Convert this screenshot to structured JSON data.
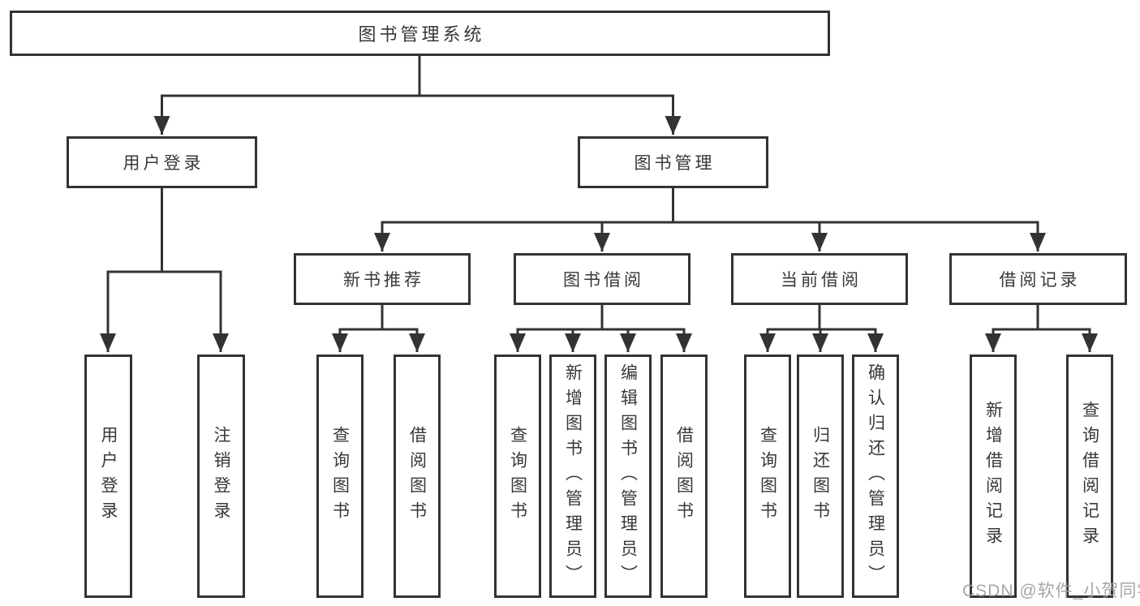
{
  "tree": {
    "root": {
      "label": "图书管理系统"
    },
    "login_branch": {
      "label": "用户登录",
      "children": [
        {
          "label": "用户登录"
        },
        {
          "label": "注销登录"
        }
      ]
    },
    "management_branch": {
      "label": "图书管理",
      "sections": [
        {
          "label": "新书推荐",
          "children": [
            {
              "label": "查询图书"
            },
            {
              "label": "借阅图书"
            }
          ]
        },
        {
          "label": "图书借阅",
          "children": [
            {
              "label": "查询图书"
            },
            {
              "label": "新增图书（管理员）"
            },
            {
              "label": "编辑图书（管理员）"
            },
            {
              "label": "借阅图书"
            }
          ]
        },
        {
          "label": "当前借阅",
          "children": [
            {
              "label": "查询图书"
            },
            {
              "label": "归还图书"
            },
            {
              "label": "确认归还（管理员）"
            }
          ]
        },
        {
          "label": "借阅记录",
          "children": [
            {
              "label": "新增借阅记录"
            },
            {
              "label": "查询借阅记录"
            }
          ]
        }
      ]
    }
  },
  "watermark": {
    "text": "CSDN @软件_小贺同学",
    "color": "#9e9e9e"
  },
  "style": {
    "line_color": "#333333",
    "text_color": "#383838",
    "box_fill": "#ffffff",
    "background": "#ffffff"
  }
}
